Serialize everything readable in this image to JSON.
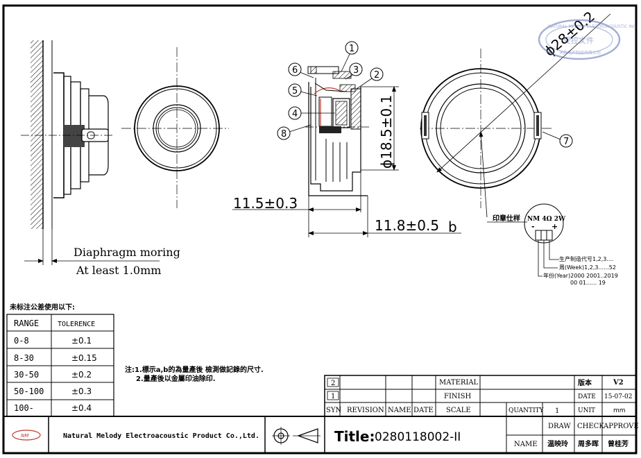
{
  "callouts": [
    "1",
    "2",
    "3",
    "4",
    "5",
    "6",
    "7",
    "8"
  ],
  "dimensions": {
    "outer_dia": "ϕ28±0.2",
    "inner_dia": "ϕ18.5±0.1",
    "height_a": "11.5±0.3",
    "height_b": "11.8±0.5",
    "height_b_mark": "b"
  },
  "mounting_note": {
    "line1": "Diaphragm moring",
    "line2": "At least 1.0mm"
  },
  "marking": {
    "label": "印章仕样",
    "circle_text": "NM 4Ω 2W",
    "minus": "-",
    "plus": "+",
    "code_line": "生产制造代号1,2,3....",
    "week_line": "周(Week)1,2,3......52",
    "year_line1": "年份(Year)2000 2001..2019",
    "year_line2": "00    01......  19"
  },
  "tolerance": {
    "title": "未标注公差使用以下:",
    "headers": [
      "RANGE",
      "TOLERENCE"
    ],
    "rows": [
      [
        "0-8",
        "±0.1"
      ],
      [
        "8-30",
        "±0.15"
      ],
      [
        "30-50",
        "±0.2"
      ],
      [
        "50-100",
        "±0.3"
      ],
      [
        "100-",
        "±0.4"
      ]
    ]
  },
  "notes": {
    "line1": "注:1.標示a,b的為量產後 檢測做記錄的尺寸.",
    "line2": "2.量產後以金屬印油除印."
  },
  "title_block": {
    "rev_rows": [
      "2",
      "1"
    ],
    "headers": [
      "SYN",
      "REVISION",
      "NAME",
      "DATE"
    ],
    "material_label": "MATERIAL",
    "finish_label": "FINISH",
    "scale_label": "SCALE",
    "quantity_label": "QUANTITY",
    "quantity_value": "1",
    "version_label": "版本",
    "version_value": "V2",
    "date_label": "DATE",
    "date_value": "15-07-02",
    "unit_label": "UNIT",
    "unit_value": "mm",
    "draw_label": "DRAW",
    "check_label": "CHECK",
    "approve_label": "APPROVE",
    "name_label": "NAME",
    "draw_name": "温映玲",
    "check_name": "周多晖",
    "approve_name": "曾桂芳",
    "title_label": "Title:",
    "title_value": "0280118002-II",
    "company": "Natural Melody Electroacoustic Product Co.,Ltd.",
    "logo_text": "NM"
  },
  "stamp": {
    "outer_text": "NATURAL MELODY ELECTROACOUSTIC INC.",
    "center_text": "受控文件",
    "bottom_text": "天韵电声制品有限公司"
  }
}
